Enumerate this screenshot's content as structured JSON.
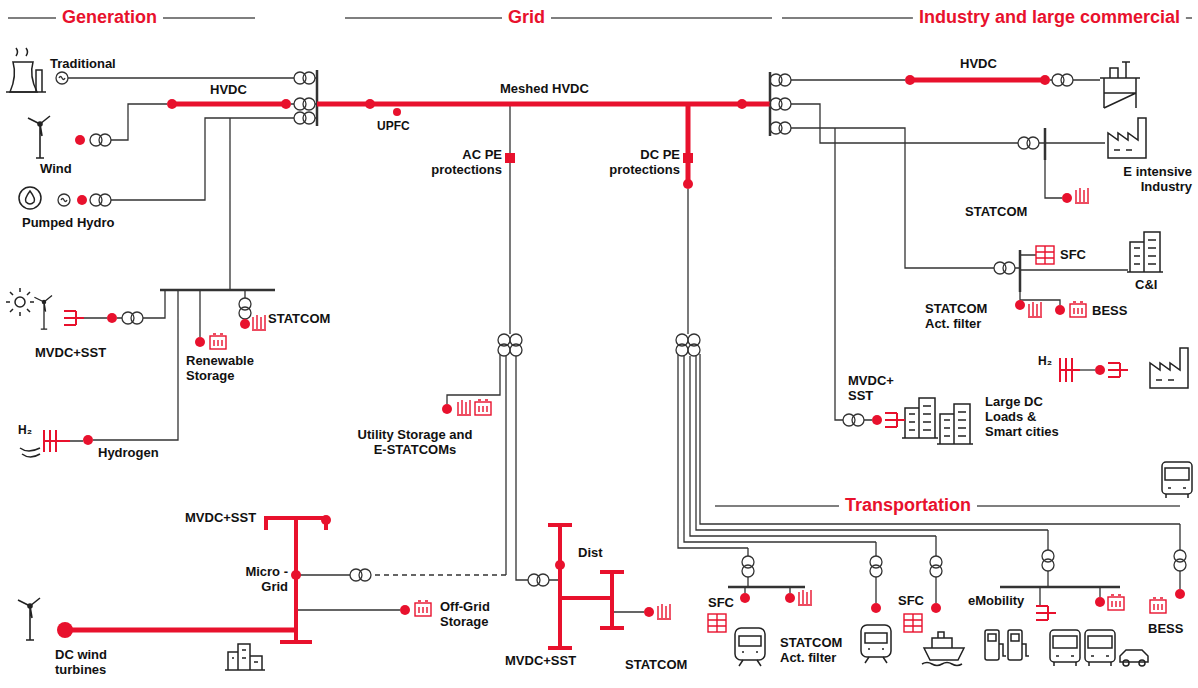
{
  "diagram": {
    "labels": [
      "Generation",
      "Grid",
      "Industry and large commercial",
      "Traditional",
      "HVDC",
      "Wind",
      "Pumped Hydro",
      "MVDC+SST",
      "Renewable Storage",
      "STATCOM",
      "H₂",
      "Hydrogen",
      "Meshed HVDC",
      "UPFC",
      "AC PE protections",
      "DC PE protections",
      "HVDC",
      "E intensive Industry",
      "STATCOM",
      "SFC",
      "C&I",
      "STATCOM Act. filter",
      "BESS",
      "H₂",
      "MVDC+ SST",
      "Large DC Loads & Smart cities",
      "Utility Storage and E-STATCOMs",
      "MVDC+SST",
      "Micro -Grid",
      "Off-Grid Storage",
      "DC wind turbines",
      "Dist",
      "MVDC+SST",
      "STATCOM",
      "Transportation",
      "SFC",
      "STATCOM Act. filter",
      "SFC",
      "eMobility",
      "BESS"
    ]
  }
}
